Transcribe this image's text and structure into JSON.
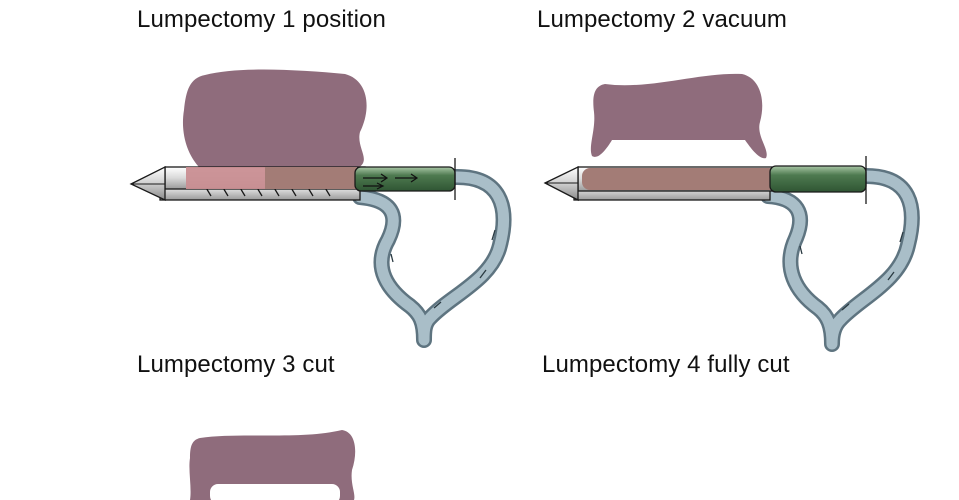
{
  "panels": [
    {
      "label": "Lumpectomy 1 position"
    },
    {
      "label": "Lumpectomy 2 vacuum"
    },
    {
      "label": "Lumpectomy 3 cut"
    },
    {
      "label": "Lumpectomy 4 fully cut"
    }
  ],
  "colors": {
    "tissue": "#8f6c7c",
    "tissue_in_needle": "#c98e92",
    "tissue_core": "#a37c76",
    "cutter_green": "#4e7a50",
    "tubing": "#9ab0bb",
    "needle_outline": "#1a1a1a"
  }
}
